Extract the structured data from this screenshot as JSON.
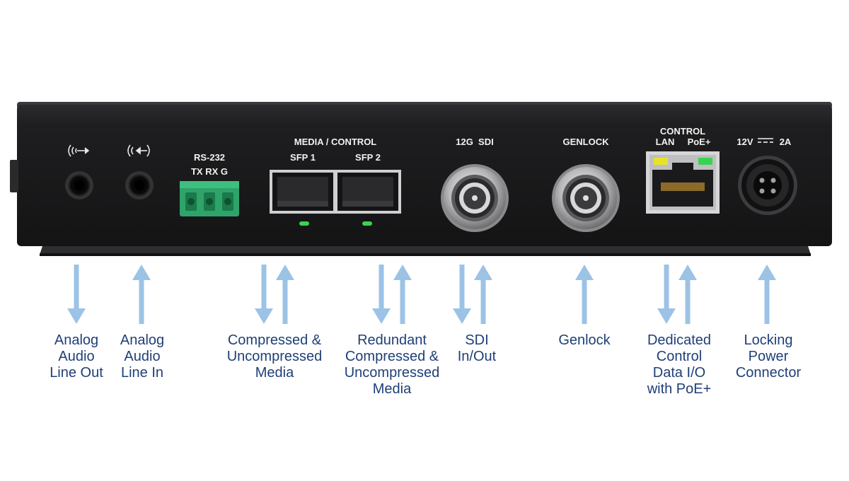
{
  "device": {
    "port_labels": {
      "rs232": "RS-232",
      "rs232_pins": "TX RX G",
      "media_control": "MEDIA / CONTROL",
      "sfp1": "SFP 1",
      "sfp2": "SFP 2",
      "sdi": "12G  SDI",
      "genlock": "GENLOCK",
      "control": "CONTROL",
      "lan": "LAN",
      "poe": "PoE+",
      "power_left": "12V",
      "power_right": "2A"
    },
    "icons": [
      "audio-out-icon",
      "audio-in-icon",
      "dc-symbol-icon"
    ]
  },
  "callouts": [
    {
      "id": "analog-out",
      "lines": [
        "Analog",
        "Audio",
        "Line Out"
      ],
      "direction": "down"
    },
    {
      "id": "analog-in",
      "lines": [
        "Analog",
        "Audio",
        "Line In"
      ],
      "direction": "up"
    },
    {
      "id": "media",
      "lines": [
        "Compressed &",
        "Uncompressed",
        "Media"
      ],
      "direction": "both"
    },
    {
      "id": "redundant",
      "lines": [
        "Redundant",
        "Compressed &",
        "Uncompressed",
        "Media"
      ],
      "direction": "both"
    },
    {
      "id": "sdi",
      "lines": [
        "SDI",
        "In/Out"
      ],
      "direction": "both"
    },
    {
      "id": "genlock",
      "lines": [
        "Genlock"
      ],
      "direction": "up"
    },
    {
      "id": "control",
      "lines": [
        "Dedicated",
        "Control",
        "Data I/O",
        "with PoE+"
      ],
      "direction": "both"
    },
    {
      "id": "power",
      "lines": [
        "Locking",
        "Power",
        "Connector"
      ],
      "direction": "up"
    }
  ],
  "colors": {
    "chassis": "#1c1c1e",
    "arrow": "#9cc3e6",
    "caption": "#1f3f77",
    "terminal": "#2fa36a",
    "led_green": "#39d353",
    "led_yellow": "#e8e22a"
  }
}
